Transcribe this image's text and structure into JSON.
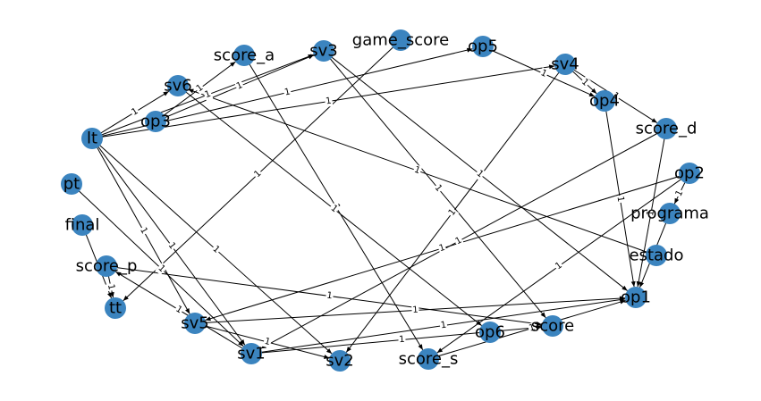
{
  "graph": {
    "node_color": "#3b84bf",
    "edge_color": "#000000",
    "nodes": [
      {
        "id": "game_score",
        "label": "game_score"
      },
      {
        "id": "op5",
        "label": "op5"
      },
      {
        "id": "sv3",
        "label": "sv3"
      },
      {
        "id": "score_a",
        "label": "score_a"
      },
      {
        "id": "sv4",
        "label": "sv4"
      },
      {
        "id": "sv6",
        "label": "sv6"
      },
      {
        "id": "op4",
        "label": "op4"
      },
      {
        "id": "op3",
        "label": "op3"
      },
      {
        "id": "score_d",
        "label": "score_d"
      },
      {
        "id": "lt",
        "label": "lt"
      },
      {
        "id": "op2",
        "label": "op2"
      },
      {
        "id": "pt",
        "label": "pt"
      },
      {
        "id": "programa",
        "label": "programa"
      },
      {
        "id": "final",
        "label": "final"
      },
      {
        "id": "estado",
        "label": "estado"
      },
      {
        "id": "score_p",
        "label": "score_p"
      },
      {
        "id": "op1",
        "label": "op1"
      },
      {
        "id": "tt",
        "label": "tt"
      },
      {
        "id": "sv5",
        "label": "sv5"
      },
      {
        "id": "score",
        "label": "score"
      },
      {
        "id": "op6",
        "label": "op6"
      },
      {
        "id": "sv1",
        "label": "sv1"
      },
      {
        "id": "sv2",
        "label": "sv2"
      },
      {
        "id": "score_s",
        "label": "score_s"
      }
    ],
    "edges": [
      {
        "source": "lt",
        "target": "sv6",
        "label": "1"
      },
      {
        "source": "lt",
        "target": "sv3",
        "label": "1"
      },
      {
        "source": "lt",
        "target": "op5",
        "label": "1"
      },
      {
        "source": "lt",
        "target": "sv4",
        "label": "1"
      },
      {
        "source": "op3",
        "target": "sv3",
        "label": "1"
      },
      {
        "source": "op3",
        "target": "score_a",
        "label": "1"
      },
      {
        "source": "lt",
        "target": "sv2",
        "label": "1"
      },
      {
        "source": "lt",
        "target": "sv1",
        "label": "1"
      },
      {
        "source": "lt",
        "target": "sv5",
        "label": "1"
      },
      {
        "source": "op5",
        "target": "op4",
        "label": "1"
      },
      {
        "source": "sv4",
        "target": "op4",
        "label": "1"
      },
      {
        "source": "sv4",
        "target": "score_d",
        "label": "1"
      },
      {
        "source": "op4",
        "target": "op1",
        "label": "1"
      },
      {
        "source": "score_d",
        "target": "op1",
        "label": "1"
      },
      {
        "source": "score_d",
        "target": "sv1",
        "label": "1"
      },
      {
        "source": "op2",
        "target": "sv5",
        "label": "1"
      },
      {
        "source": "op2",
        "target": "programa",
        "label": "1"
      },
      {
        "source": "op2",
        "target": "score_s",
        "label": "1"
      },
      {
        "source": "programa",
        "target": "op1",
        "label": "1"
      },
      {
        "source": "estado",
        "target": "sv6",
        "label": "1"
      },
      {
        "source": "sv3",
        "target": "op1",
        "label": "1"
      },
      {
        "source": "sv3",
        "target": "score",
        "label": "1"
      },
      {
        "source": "score_a",
        "target": "score_s",
        "label": "1"
      },
      {
        "source": "sv6",
        "target": "op6",
        "label": "1"
      },
      {
        "source": "game_score",
        "target": "tt",
        "label": "1"
      },
      {
        "source": "sv4",
        "target": "sv2",
        "label": "1"
      },
      {
        "source": "pt",
        "target": "sv1",
        "label": "1"
      },
      {
        "source": "final",
        "target": "tt",
        "label": "1"
      },
      {
        "source": "score_p",
        "target": "tt",
        "label": "1"
      },
      {
        "source": "score_p",
        "target": "score",
        "label": "1"
      },
      {
        "source": "sv5",
        "target": "op1",
        "label": "1"
      },
      {
        "source": "sv5",
        "target": "sv2",
        "label": "1"
      },
      {
        "source": "sv1",
        "target": "score",
        "label": "1"
      },
      {
        "source": "sv1",
        "target": "op1",
        "label": "1"
      },
      {
        "source": "score_s",
        "target": "op1",
        "label": "1"
      },
      {
        "source": "sv1",
        "target": "score_p",
        "label": "1"
      }
    ]
  }
}
